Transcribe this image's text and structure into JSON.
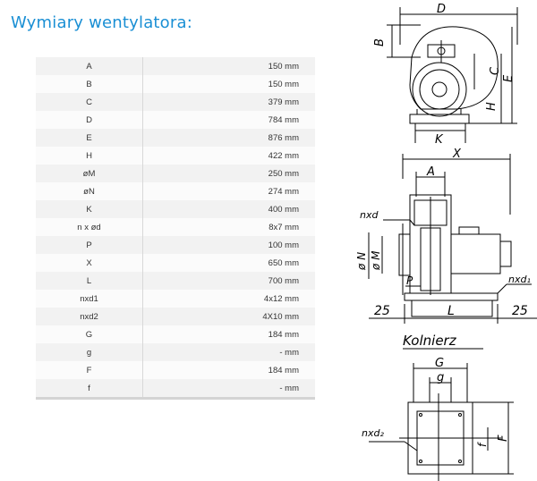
{
  "title": "Wymiary wentylatora:",
  "rows": [
    {
      "name": "A",
      "value": "150 mm"
    },
    {
      "name": "B",
      "value": "150 mm"
    },
    {
      "name": "C",
      "value": "379 mm"
    },
    {
      "name": "D",
      "value": "784 mm"
    },
    {
      "name": "E",
      "value": "876 mm"
    },
    {
      "name": "H",
      "value": "422 mm"
    },
    {
      "name": "øM",
      "value": "250 mm"
    },
    {
      "name": "øN",
      "value": "274 mm"
    },
    {
      "name": "K",
      "value": "400 mm"
    },
    {
      "name": "n x ød",
      "value": "8x7 mm"
    },
    {
      "name": "P",
      "value": "100 mm"
    },
    {
      "name": "X",
      "value": "650 mm"
    },
    {
      "name": "L",
      "value": "700 mm"
    },
    {
      "name": "nxd1",
      "value": "4x12 mm"
    },
    {
      "name": "nxd2",
      "value": "4X10 mm"
    },
    {
      "name": "G",
      "value": "184 mm"
    },
    {
      "name": "g",
      "value": "- mm"
    },
    {
      "name": "F",
      "value": "184 mm"
    },
    {
      "name": "f",
      "value": "- mm"
    }
  ],
  "drawing": {
    "labels": {
      "D": "D",
      "B": "B",
      "C": "C",
      "E": "E",
      "H": "H",
      "K": "K",
      "X": "X",
      "A": "A",
      "nxd": "nxd",
      "oN": "ø N",
      "oM": "ø M",
      "P": "P",
      "nxd1": "nxd₁",
      "d25_left": "25",
      "L": "L",
      "d25_right": "25",
      "G": "G",
      "g": "g",
      "nxd2": "nxd₂",
      "f": "f",
      "F": "F"
    },
    "flange_title": "Kolnierz"
  }
}
